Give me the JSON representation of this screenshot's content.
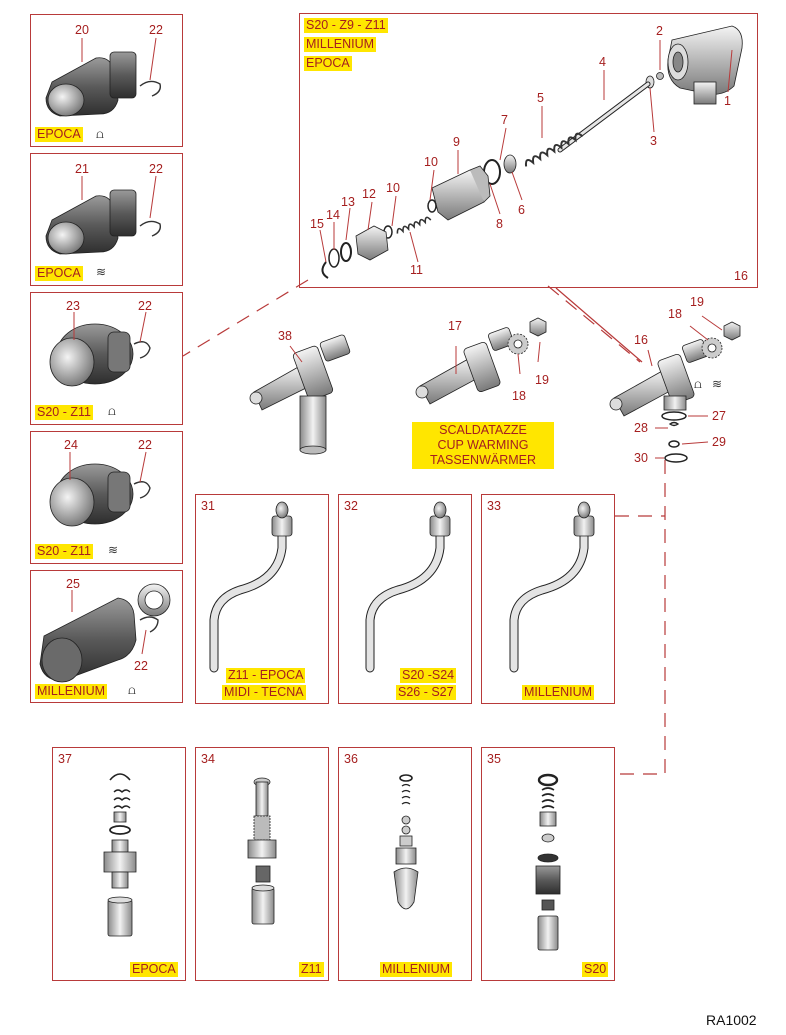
{
  "drawing_code": "RA1002",
  "main_assembly": {
    "models": [
      "S20 - Z9 - Z11",
      "MILLENIUM",
      "EPOCA"
    ],
    "panel_number": "16",
    "callouts": [
      "1",
      "2",
      "3",
      "4",
      "5",
      "6",
      "7",
      "8",
      "9",
      "10",
      "10",
      "11",
      "12",
      "13",
      "14",
      "15"
    ]
  },
  "knobs": [
    {
      "part": "20",
      "ring": "22",
      "label": "EPOCA",
      "symbol": "steam-icon"
    },
    {
      "part": "21",
      "ring": "22",
      "label": "EPOCA",
      "symbol": "water-icon"
    },
    {
      "part": "23",
      "ring": "22",
      "label": "S20 - Z11",
      "symbol": "steam-icon"
    },
    {
      "part": "24",
      "ring": "22",
      "label": "S20 - Z11",
      "symbol": "water-icon"
    },
    {
      "part": "25",
      "ring": "22",
      "label": "MILLENIUM",
      "symbol": "steam-icon"
    }
  ],
  "valve_bodies": {
    "v38": "38",
    "v17": {
      "part": "17",
      "nut": "18",
      "washer": "19"
    },
    "v16": {
      "part": "16",
      "nut": "18",
      "washer": "19",
      "seals": [
        "27",
        "28",
        "29",
        "30"
      ]
    }
  },
  "cup_warming": [
    "SCALDATAZZE",
    "CUP WARMING",
    "TASSENWÄRMER"
  ],
  "wands": [
    {
      "part": "31",
      "lines": [
        "Z11 - EPOCA",
        "MIDI - TECNA"
      ]
    },
    {
      "part": "32",
      "lines": [
        "S20 -S24",
        "S26 - S27"
      ]
    },
    {
      "part": "33",
      "lines": [
        "MILLENIUM"
      ]
    }
  ],
  "nozzles": [
    {
      "part": "37",
      "label": "EPOCA"
    },
    {
      "part": "34",
      "label": "Z11"
    },
    {
      "part": "36",
      "label": "MILLENIUM"
    },
    {
      "part": "35",
      "label": "S20"
    }
  ]
}
